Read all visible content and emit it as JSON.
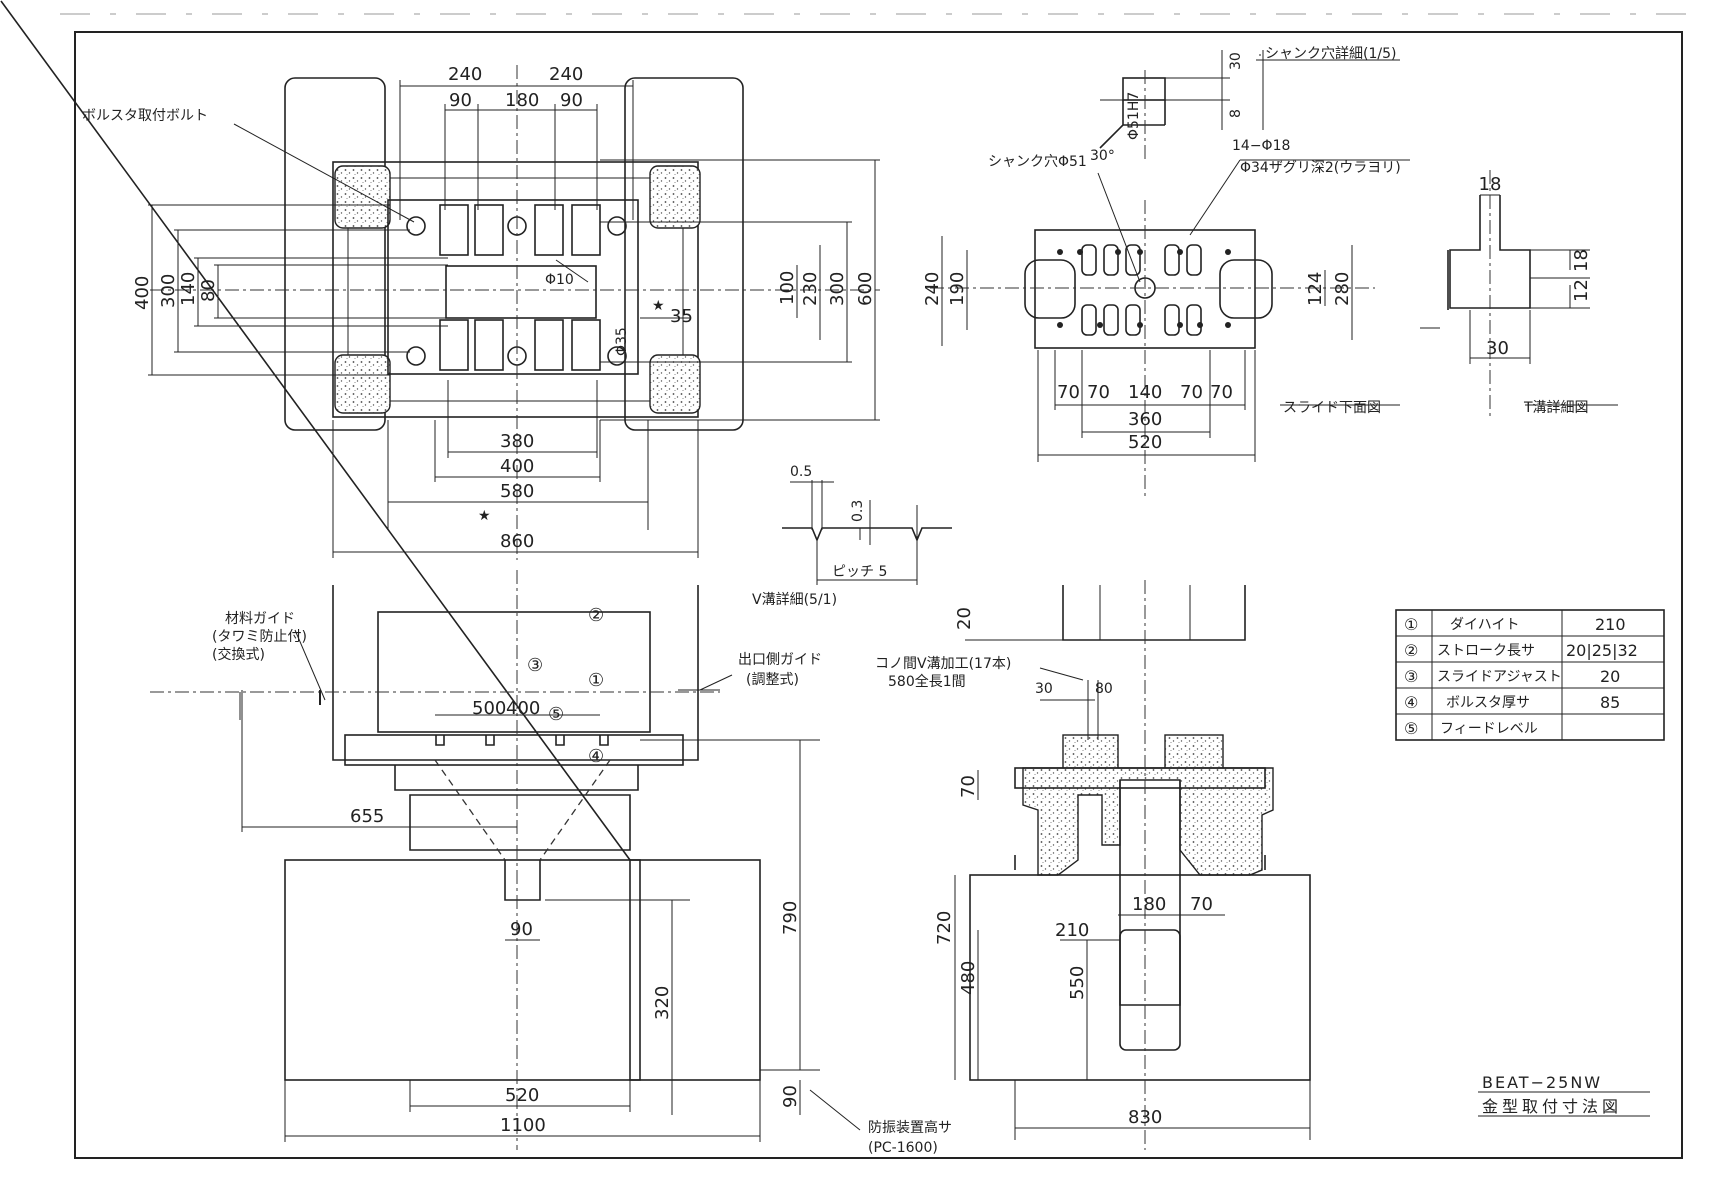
{
  "title_block": {
    "model": "BEAT−25NW",
    "title": "金型取付寸法図"
  },
  "labels": {
    "shank_detail": "シャンク穴詳細(1/5)",
    "bolster_bolt": "ボルスタ取付ボルト",
    "shank_hole": "シャンク穴Φ51",
    "holes": "14−Φ18",
    "counterbore": "Φ34ザグリ深2(ウラヨリ)",
    "slide_bottom": "スライド下面図",
    "t_slot_detail": "T溝詳細図",
    "v_groove_detail": "V溝詳細(5/1)",
    "pitch": "ピッチ 5",
    "material_guide_1": "材料ガイド",
    "material_guide_2": "(タワミ防止付)",
    "material_guide_3": "(交換式)",
    "side_guide_1": "出口側ガイド",
    "side_guide_2": "(調整式)",
    "v_groove_1": "コノ間V溝加工(17本)",
    "v_groove_2": "580全長1間",
    "vibration_1": "防振装置高サ",
    "vibration_2": "(PC-1600)",
    "shank_fit": "Φ51H7",
    "bolt_dia": "Φ10",
    "hole_dia": "Φ35",
    "star": "★"
  },
  "dims_plan": {
    "d240a": "240",
    "d240b": "240",
    "d90a": "90",
    "d180": "180",
    "d90b": "90",
    "d400": "400",
    "d300": "300",
    "d140": "140",
    "d80": "80",
    "d100": "100",
    "d230": "230",
    "d300r": "300",
    "d600": "600",
    "d35": "35",
    "d380": "380",
    "d400b": "400",
    "d580": "580",
    "d860": "860"
  },
  "dims_slide": {
    "d30": "30",
    "d8": "8",
    "d30deg": "30°",
    "d240": "240",
    "d190": "190",
    "d124": "124",
    "d280": "280",
    "d70a": "70",
    "d70b": "70",
    "d140": "140",
    "d70c": "70",
    "d70d": "70",
    "d360": "360",
    "d520": "520"
  },
  "dims_tslot": {
    "d18": "18",
    "d18v": "18",
    "d12": "12",
    "d30": "30"
  },
  "dims_vgroove": {
    "d05": "0.5",
    "d03": "0.3"
  },
  "dims_front": {
    "d500": "500",
    "d400": "400",
    "d655": "655",
    "d790": "790",
    "d90": "90",
    "d320": "320",
    "d520": "520",
    "d90b": "90",
    "d1100": "1100"
  },
  "dims_side": {
    "d20": "20",
    "d30": "30",
    "d80": "80",
    "d70": "70",
    "d180": "180",
    "d70b": "70",
    "d210": "210",
    "d720": "720",
    "d480": "480",
    "d550": "550",
    "d830": "830"
  },
  "spec_table": [
    {
      "no": "①",
      "item": "ダイハイト",
      "value": "210"
    },
    {
      "no": "②",
      "item": "ストローク長サ",
      "value": "20|25|32"
    },
    {
      "no": "③",
      "item": "スライドアジャスト",
      "value": "20"
    },
    {
      "no": "④",
      "item": "ボルスタ厚サ",
      "value": "85"
    },
    {
      "no": "⑤",
      "item": "フィードレベル",
      "value": ""
    }
  ],
  "markers": {
    "m1": "①",
    "m2": "②",
    "m3": "③",
    "m4": "④",
    "m5": "⑤"
  }
}
